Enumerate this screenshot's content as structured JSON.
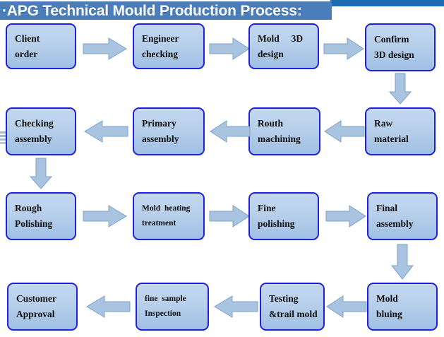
{
  "title": {
    "text": "·APG Technical Mould Production Process:",
    "bar_color": "#4a7ebb",
    "accent_color": "#1f6cb0",
    "text_color": "#ffffff"
  },
  "theme": {
    "node_border": "#2020dd",
    "node_fill_top": "#c3d7ef",
    "node_fill_bottom": "#9fc0e4",
    "node_text": "#111111",
    "arrow_fill": "#a9c4e0",
    "arrow_stroke": "#7ea2c6",
    "page_background": "#ffffff"
  },
  "flow": {
    "rows": [
      {
        "direction": "left-to-right",
        "nodes": [
          {
            "id": "client-order",
            "lines": [
              "Client",
              "order"
            ]
          },
          {
            "id": "engineer-checking",
            "lines": [
              "Engineer",
              "checking"
            ]
          },
          {
            "id": "mold-3d-design",
            "lines": [
              "Mold     3D",
              "design"
            ]
          },
          {
            "id": "confirm-3d-design",
            "lines": [
              "Confirm",
              "3D design"
            ]
          }
        ]
      },
      {
        "direction": "right-to-left",
        "nodes": [
          {
            "id": "checking-assembly",
            "lines": [
              "Checking",
              "assembly"
            ]
          },
          {
            "id": "primary-assembly",
            "lines": [
              "Primary",
              "assembly"
            ]
          },
          {
            "id": "routh-machining",
            "lines": [
              "Routh",
              "machining"
            ]
          },
          {
            "id": "raw-material",
            "lines": [
              "Raw",
              "material"
            ]
          }
        ]
      },
      {
        "direction": "left-to-right",
        "nodes": [
          {
            "id": "rough-polishing",
            "lines": [
              "Rough",
              "Polishing"
            ]
          },
          {
            "id": "mold-heating-treatment",
            "lines": [
              "Mold  heating",
              "treatment"
            ],
            "text_size": "small"
          },
          {
            "id": "fine-polishing",
            "lines": [
              "Fine",
              "polishing"
            ]
          },
          {
            "id": "final-assembly",
            "lines": [
              "Final",
              "assembly"
            ]
          }
        ]
      },
      {
        "direction": "right-to-left",
        "nodes": [
          {
            "id": "customer-approval",
            "lines": [
              "Customer",
              "Approval"
            ]
          },
          {
            "id": "fine-sample-inspection",
            "lines": [
              "fine  sample",
              "Inspection"
            ]
          },
          {
            "id": "testing-trail-mold",
            "lines": [
              "Testing",
              "&trail mold"
            ]
          },
          {
            "id": "mold-bluing",
            "lines": [
              "Mold",
              "bluing"
            ]
          }
        ]
      }
    ],
    "connectors": [
      {
        "id": "arrow-client-to-engineer",
        "direction": "right"
      },
      {
        "id": "arrow-engineer-to-mold3d",
        "direction": "right"
      },
      {
        "id": "arrow-mold3d-to-confirm",
        "direction": "right"
      },
      {
        "id": "arrow-confirm-to-raw",
        "direction": "down"
      },
      {
        "id": "arrow-raw-to-routh",
        "direction": "left"
      },
      {
        "id": "arrow-routh-to-primary",
        "direction": "left"
      },
      {
        "id": "arrow-primary-to-checking",
        "direction": "left"
      },
      {
        "id": "arrow-checking-to-rough",
        "direction": "down"
      },
      {
        "id": "arrow-rough-to-moldheating",
        "direction": "right"
      },
      {
        "id": "arrow-moldheating-to-finepolishing",
        "direction": "right"
      },
      {
        "id": "arrow-finepolishing-to-finalassembly",
        "direction": "right"
      },
      {
        "id": "arrow-finalassembly-to-moldbluing",
        "direction": "down"
      },
      {
        "id": "arrow-moldbluing-to-testing",
        "direction": "left"
      },
      {
        "id": "arrow-testing-to-finesample",
        "direction": "left"
      },
      {
        "id": "arrow-finesample-to-customer",
        "direction": "left"
      }
    ]
  }
}
